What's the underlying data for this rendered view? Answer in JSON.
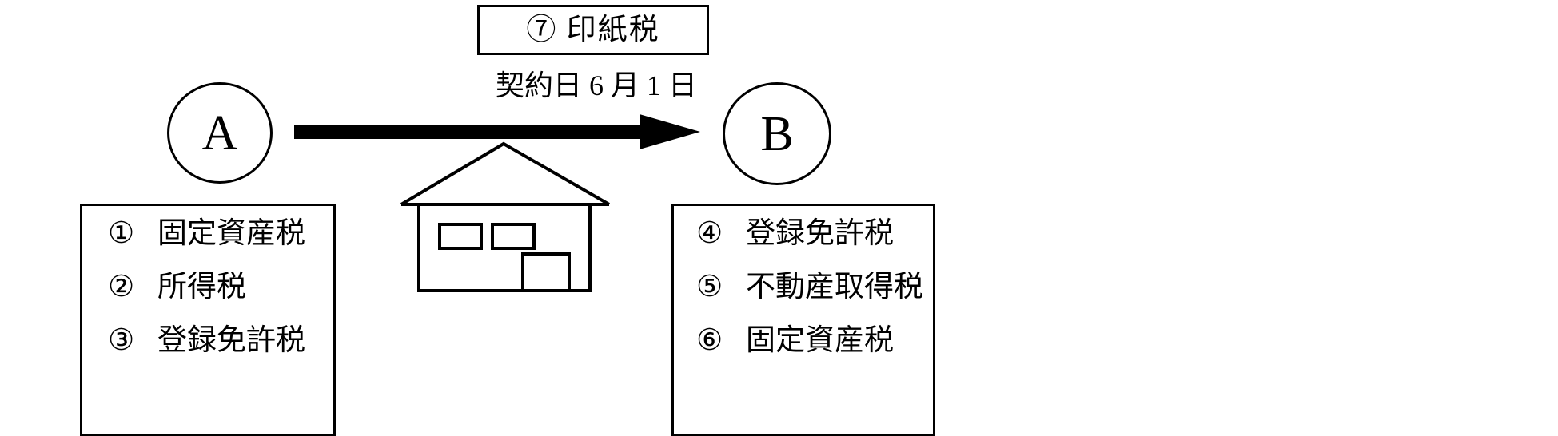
{
  "diagram": {
    "type": "real-estate-tax-transfer-diagram",
    "stamp_tax_box": {
      "label": "⑦ 印紙税"
    },
    "contract_date": "契約日 6 月 1 日",
    "parties": {
      "seller": {
        "letter": "A"
      },
      "buyer": {
        "letter": "B"
      }
    },
    "arrow": {
      "direction": "left-to-right",
      "color": "#000000"
    },
    "property_icon": "house-icon",
    "seller_taxes": {
      "items": [
        {
          "number": "①",
          "name": "固定資産税"
        },
        {
          "number": "②",
          "name": "所得税"
        },
        {
          "number": "③",
          "name": "登録免許税"
        }
      ]
    },
    "buyer_taxes": {
      "items": [
        {
          "number": "④",
          "name": "登録免許税"
        },
        {
          "number": "⑤",
          "name": "不動産取得税"
        },
        {
          "number": "⑥",
          "name": "固定資産税"
        }
      ]
    },
    "colors": {
      "stroke": "#000000",
      "background": "#ffffff"
    }
  }
}
